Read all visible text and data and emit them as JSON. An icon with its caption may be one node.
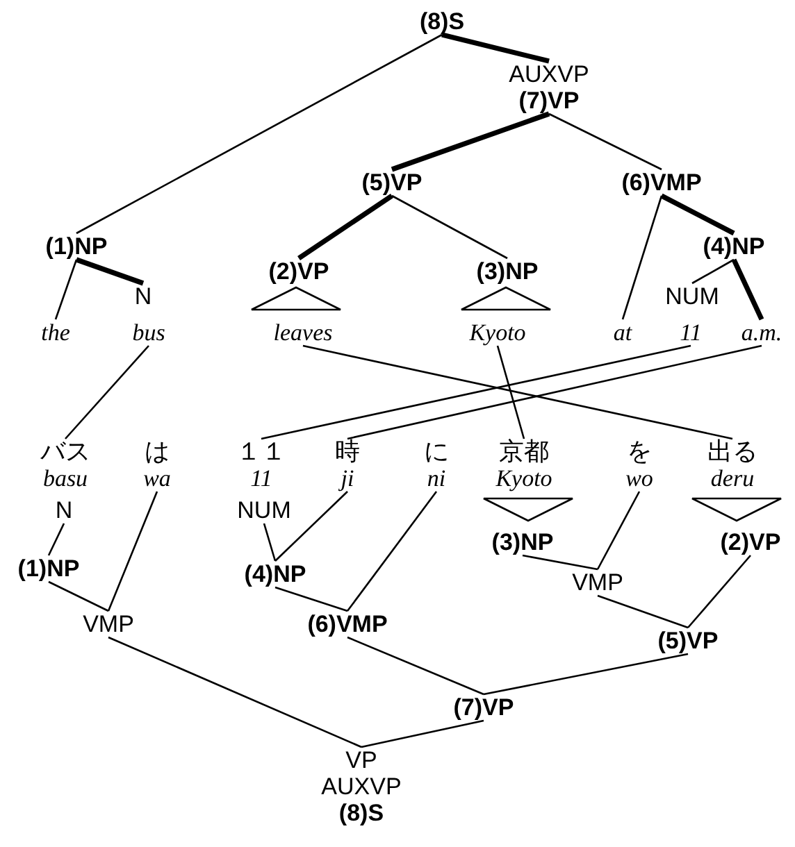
{
  "diagram": {
    "nodes": [
      {
        "text": [
          "(8)S"
        ]
      },
      {
        "text": [
          "AUXVP",
          "(7)VP"
        ]
      },
      {
        "text": [
          "(5)VP"
        ]
      },
      {
        "text": [
          "(6)VMP"
        ]
      },
      {
        "text": [
          "(1)NP"
        ]
      },
      {
        "text": [
          "(4)NP"
        ]
      },
      {
        "text": [
          "(2)VP"
        ]
      },
      {
        "text": [
          "(3)NP"
        ]
      },
      {
        "text": [
          "N"
        ]
      },
      {
        "text": [
          "NUM"
        ]
      },
      {
        "text": [],
        "shape": "triangle"
      },
      {
        "text": [],
        "shape": "triangle"
      },
      {
        "text": [
          "the"
        ]
      },
      {
        "text": [
          "bus"
        ]
      },
      {
        "text": [
          "leaves"
        ]
      },
      {
        "text": [
          "Kyoto"
        ]
      },
      {
        "text": [
          "at"
        ]
      },
      {
        "text": [
          "11"
        ]
      },
      {
        "text": [
          "a.m."
        ]
      },
      {
        "text": [
          "バス",
          "basu"
        ]
      },
      {
        "text": [
          "は",
          "wa"
        ]
      },
      {
        "text": [
          "１１",
          "11"
        ]
      },
      {
        "text": [
          "時",
          "ji"
        ]
      },
      {
        "text": [
          "に",
          "ni"
        ]
      },
      {
        "text": [
          "京都",
          "Kyoto"
        ]
      },
      {
        "text": [
          "を",
          "wo"
        ]
      },
      {
        "text": [
          "出る",
          "deru"
        ]
      },
      {
        "text": [
          "N"
        ]
      },
      {
        "text": [
          "NUM"
        ]
      },
      {
        "text": [],
        "shape": "triangle"
      },
      {
        "text": [],
        "shape": "triangle"
      },
      {
        "text": [
          "(3)NP"
        ]
      },
      {
        "text": [
          "(2)VP"
        ]
      },
      {
        "text": [
          "(1)NP"
        ]
      },
      {
        "text": [
          "(4)NP"
        ]
      },
      {
        "text": [
          "VMP"
        ]
      },
      {
        "text": [
          "VMP"
        ]
      },
      {
        "text": [
          "(6)VMP"
        ]
      },
      {
        "text": [
          "(5)VP"
        ]
      },
      {
        "text": [
          "(7)VP"
        ]
      },
      {
        "text": [
          "VP",
          "AUXVP",
          "(8)S"
        ]
      }
    ],
    "edges": [
      {
        "from": 0,
        "to": 1,
        "arrow": "none",
        "style": "thick"
      },
      {
        "from": 0,
        "to": 4,
        "arrow": "none"
      },
      {
        "from": 1,
        "to": 2,
        "arrow": "none",
        "style": "thick"
      },
      {
        "from": 1,
        "to": 3,
        "arrow": "none"
      },
      {
        "from": 2,
        "to": 6,
        "arrow": "none",
        "style": "thick"
      },
      {
        "from": 2,
        "to": 7,
        "arrow": "none"
      },
      {
        "from": 3,
        "to": 16,
        "arrow": "none"
      },
      {
        "from": 3,
        "to": 5,
        "arrow": "none",
        "style": "thick"
      },
      {
        "from": 4,
        "to": 12,
        "arrow": "none"
      },
      {
        "from": 4,
        "to": 8,
        "arrow": "none",
        "style": "thick"
      },
      {
        "from": 5,
        "to": 9,
        "arrow": "none"
      },
      {
        "from": 5,
        "to": 18,
        "arrow": "none",
        "style": "thick"
      },
      {
        "from": 13,
        "to": 19,
        "arrow": "none"
      },
      {
        "from": 14,
        "to": 26,
        "arrow": "none"
      },
      {
        "from": 15,
        "to": 24,
        "arrow": "none"
      },
      {
        "from": 17,
        "to": 21,
        "arrow": "none"
      },
      {
        "from": 18,
        "to": 22,
        "arrow": "none"
      },
      {
        "from": 33,
        "to": 27,
        "arrow": "none"
      },
      {
        "from": 36,
        "to": 33,
        "arrow": "none"
      },
      {
        "from": 36,
        "to": 20,
        "arrow": "none"
      },
      {
        "from": 34,
        "to": 28,
        "arrow": "none"
      },
      {
        "from": 34,
        "to": 22,
        "arrow": "none"
      },
      {
        "from": 37,
        "to": 34,
        "arrow": "none"
      },
      {
        "from": 37,
        "to": 23,
        "arrow": "none"
      },
      {
        "from": 35,
        "to": 31,
        "arrow": "none"
      },
      {
        "from": 35,
        "to": 25,
        "arrow": "none"
      },
      {
        "from": 38,
        "to": 32,
        "arrow": "none"
      },
      {
        "from": 38,
        "to": 35,
        "arrow": "none"
      },
      {
        "from": 39,
        "to": 37,
        "arrow": "none"
      },
      {
        "from": 39,
        "to": 38,
        "arrow": "none"
      },
      {
        "from": 40,
        "to": 36,
        "arrow": "none"
      },
      {
        "from": 40,
        "to": 39,
        "arrow": "none"
      }
    ]
  }
}
